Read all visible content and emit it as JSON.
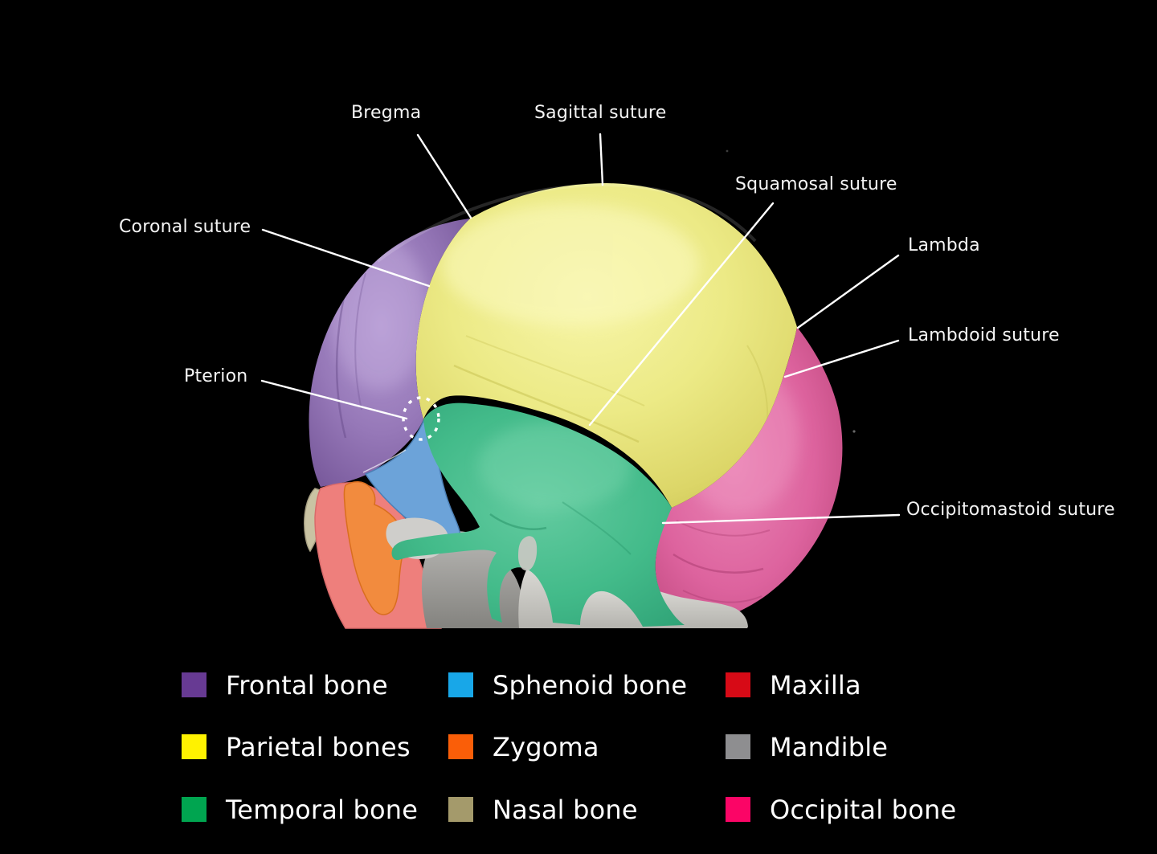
{
  "figure": {
    "description": "Lateral 3D CT skull render with color-coded cranial bones, suture callouts and legend",
    "background_color": "#000000",
    "annotation_line_color": "#ffffff"
  },
  "callouts": {
    "bregma": {
      "label": "Bregma"
    },
    "sagittal_suture": {
      "label": "Sagittal suture"
    },
    "coronal_suture": {
      "label": "Coronal suture"
    },
    "squamosal_suture": {
      "label": "Squamosal suture"
    },
    "lambda": {
      "label": "Lambda"
    },
    "lambdoid_suture": {
      "label": "Lambdoid suture"
    },
    "pterion": {
      "label": "Pterion"
    },
    "occipitomastoid_suture": {
      "label": "Occipitomastoid suture"
    }
  },
  "legend": {
    "items": [
      {
        "label": "Frontal bone",
        "color": "#673a93"
      },
      {
        "label": "Parietal bones",
        "color": "#fff200"
      },
      {
        "label": "Temporal bone",
        "color": "#00a550"
      },
      {
        "label": "Sphenoid bone",
        "color": "#18a7e8"
      },
      {
        "label": "Zygoma",
        "color": "#fa5e08"
      },
      {
        "label": "Nasal bone",
        "color": "#a49a6b"
      },
      {
        "label": "Maxilla",
        "color": "#d70a16"
      },
      {
        "label": "Mandible",
        "color": "#8e8e90"
      },
      {
        "label": "Occipital bone",
        "color": "#fb0566"
      }
    ]
  },
  "skull": {
    "overlay_colors": {
      "frontal": "#9678b8",
      "parietal": "#ebe984",
      "temporal": "#3fbb87",
      "occipital": "#dd5f9d",
      "sphenoid": "#6ca3d9",
      "zygoma": "#f28b3e",
      "maxilla": "#ee7f7c",
      "nasal": "#c9c3a3",
      "mandible": "#9a9a98"
    }
  }
}
